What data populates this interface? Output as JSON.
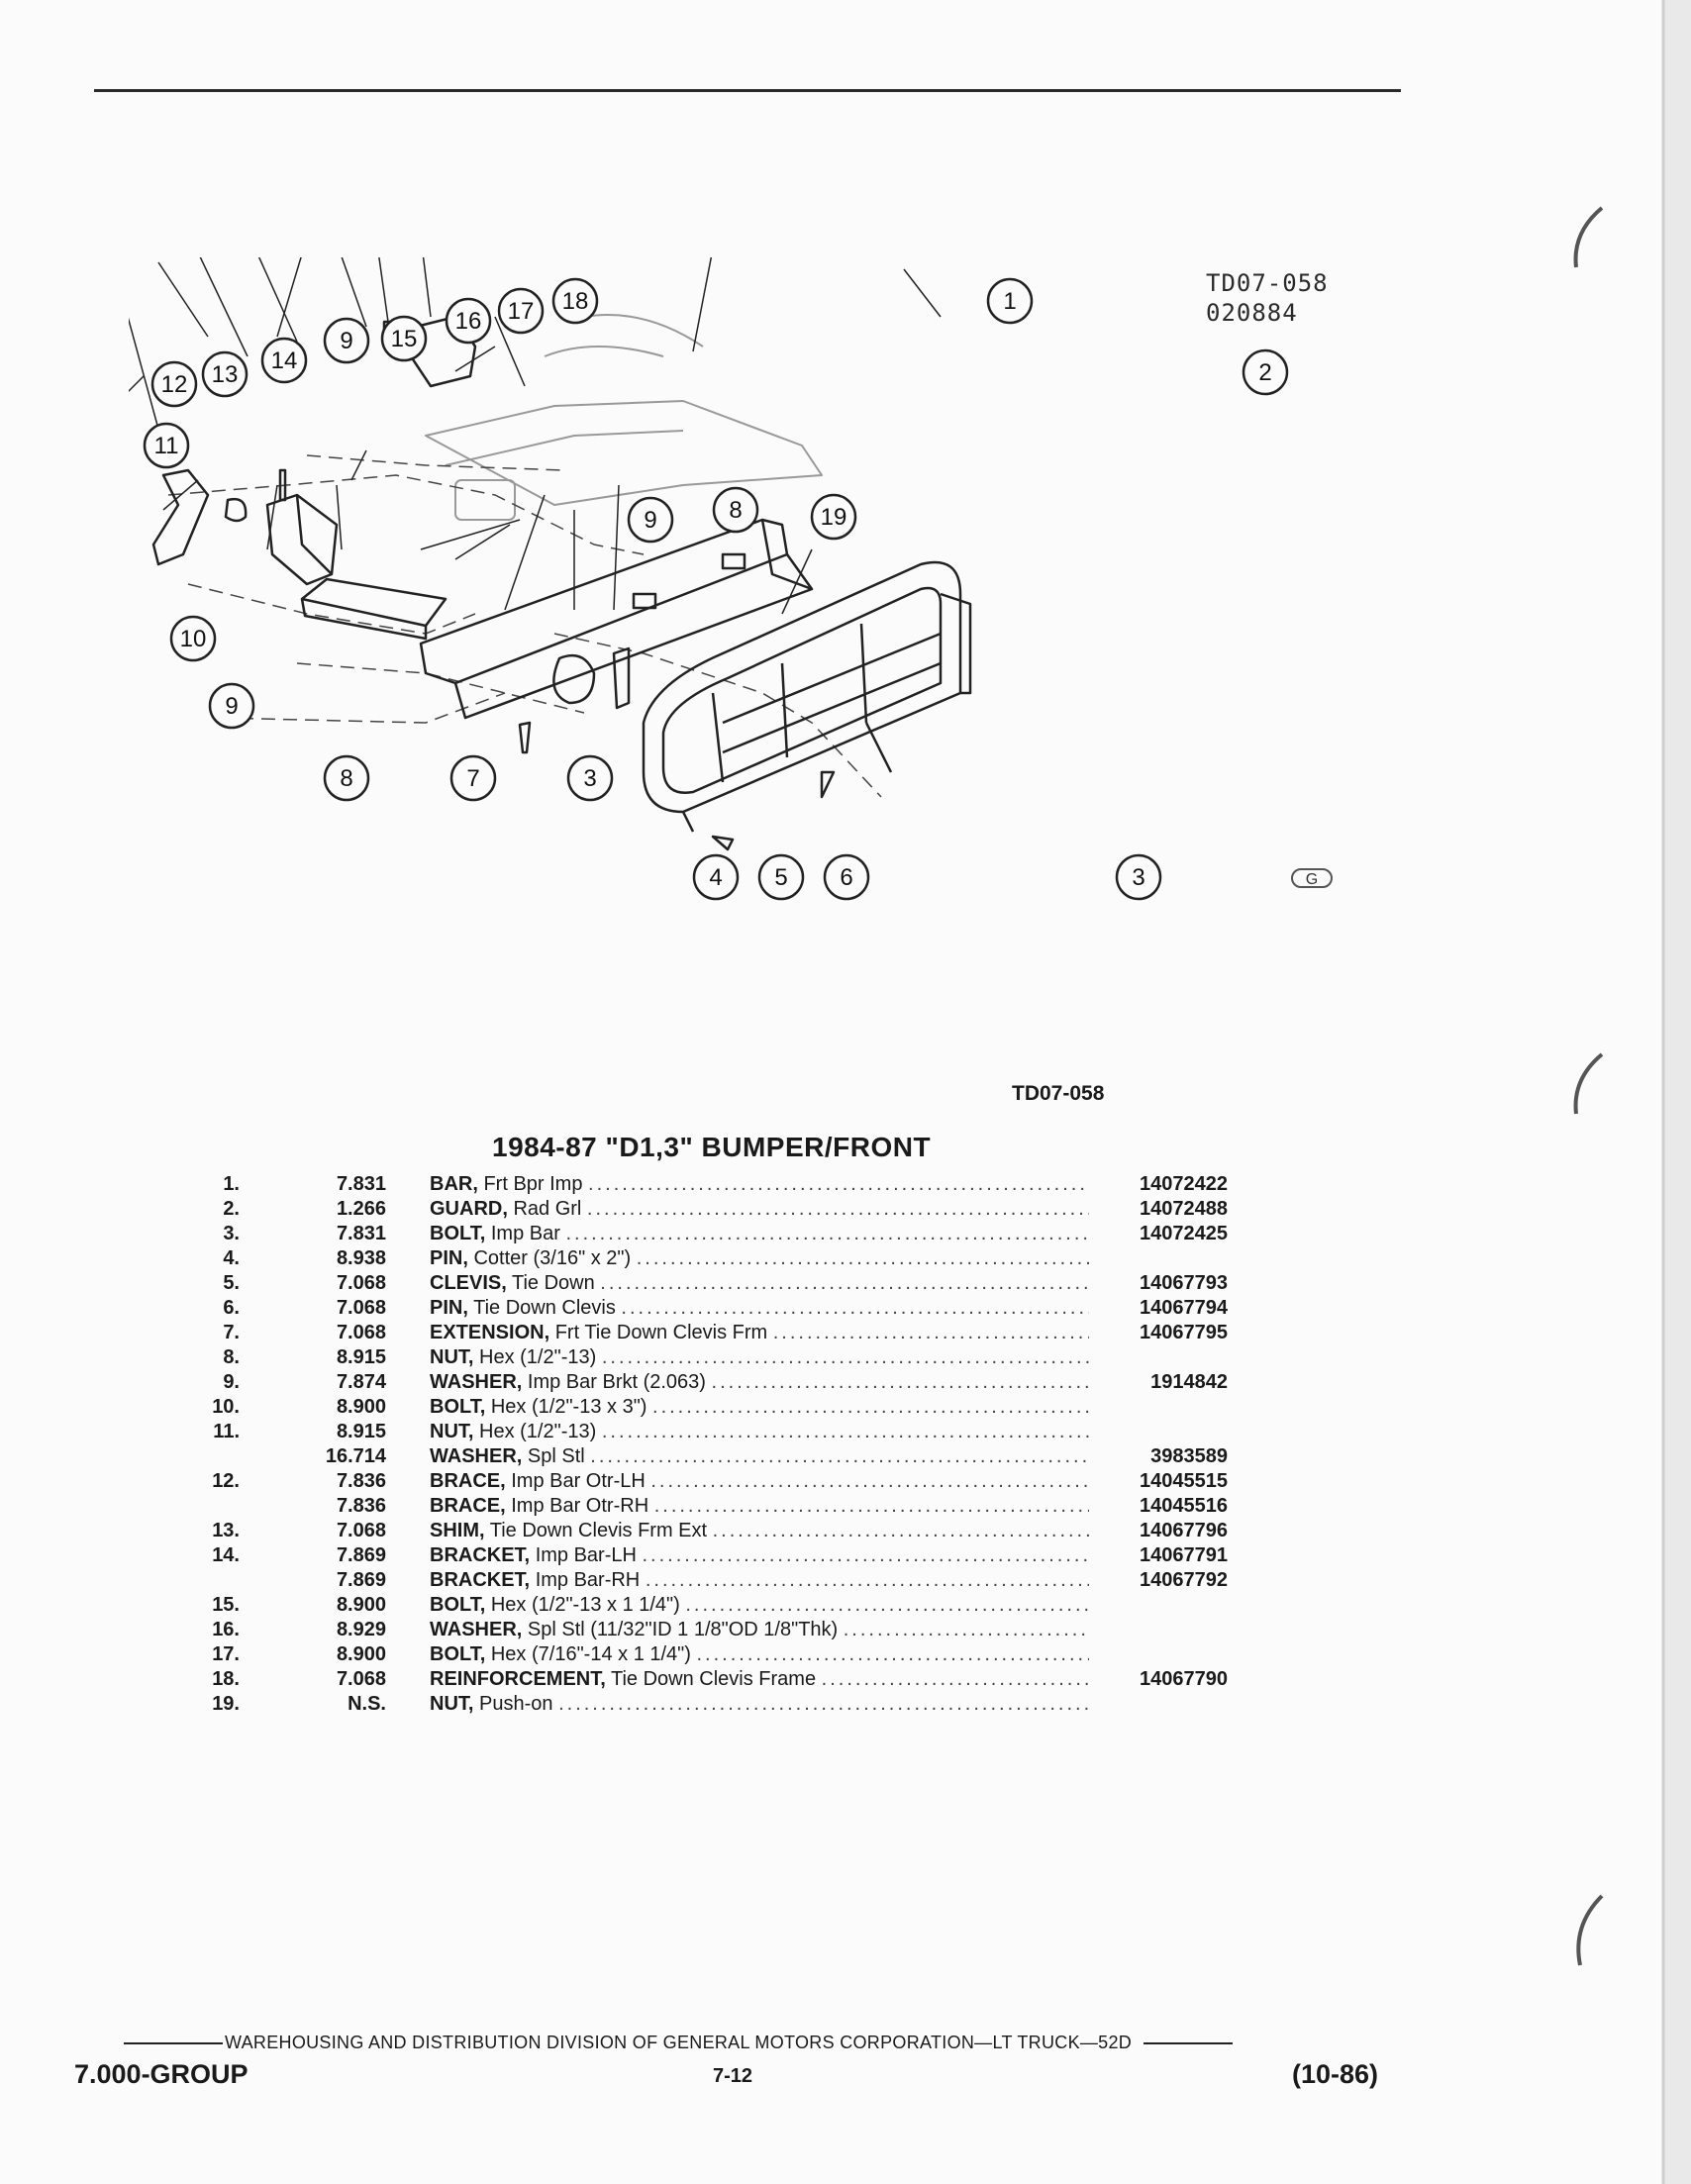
{
  "figure": {
    "id_line1": "TD07-058",
    "id_line2": "020884",
    "mark": "G",
    "callouts": [
      "1",
      "2",
      "3",
      "4",
      "5",
      "6",
      "7",
      "8",
      "9",
      "10",
      "11",
      "12",
      "13",
      "14",
      "15",
      "16",
      "17",
      "18",
      "19"
    ]
  },
  "caption": "TD07-058",
  "title": "1984-87 \"D1,3\" BUMPER/FRONT",
  "parts": [
    {
      "ref": "1.",
      "group": "7.831",
      "name": "BAR,",
      "desc": "Frt Bpr Imp",
      "part": "14072422"
    },
    {
      "ref": "2.",
      "group": "1.266",
      "name": "GUARD,",
      "desc": "Rad Grl",
      "part": "14072488"
    },
    {
      "ref": "3.",
      "group": "7.831",
      "name": "BOLT,",
      "desc": "Imp Bar",
      "part": "14072425"
    },
    {
      "ref": "4.",
      "group": "8.938",
      "name": "PIN,",
      "desc": "Cotter (3/16\" x 2\")",
      "part": ""
    },
    {
      "ref": "5.",
      "group": "7.068",
      "name": "CLEVIS,",
      "desc": "Tie Down",
      "part": "14067793"
    },
    {
      "ref": "6.",
      "group": "7.068",
      "name": "PIN,",
      "desc": "Tie Down Clevis",
      "part": "14067794"
    },
    {
      "ref": "7.",
      "group": "7.068",
      "name": "EXTENSION,",
      "desc": "Frt Tie Down Clevis Frm",
      "part": "14067795"
    },
    {
      "ref": "8.",
      "group": "8.915",
      "name": "NUT,",
      "desc": "Hex (1/2\"-13)",
      "part": ""
    },
    {
      "ref": "9.",
      "group": "7.874",
      "name": "WASHER,",
      "desc": "Imp Bar Brkt (2.063)",
      "part": "1914842"
    },
    {
      "ref": "10.",
      "group": "8.900",
      "name": "BOLT,",
      "desc": "Hex (1/2\"-13 x 3\")",
      "part": ""
    },
    {
      "ref": "11.",
      "group": "8.915",
      "name": "NUT,",
      "desc": "Hex (1/2\"-13)",
      "part": ""
    },
    {
      "ref": "",
      "group": "16.714",
      "name": "WASHER,",
      "desc": "Spl Stl",
      "part": "3983589"
    },
    {
      "ref": "12.",
      "group": "7.836",
      "name": "BRACE,",
      "desc": "Imp Bar Otr-LH",
      "part": "14045515"
    },
    {
      "ref": "",
      "group": "7.836",
      "name": "BRACE,",
      "desc": "Imp Bar Otr-RH",
      "part": "14045516"
    },
    {
      "ref": "13.",
      "group": "7.068",
      "name": "SHIM,",
      "desc": "Tie Down Clevis Frm Ext",
      "part": "14067796"
    },
    {
      "ref": "14.",
      "group": "7.869",
      "name": "BRACKET,",
      "desc": "Imp Bar-LH",
      "part": "14067791"
    },
    {
      "ref": "",
      "group": "7.869",
      "name": "BRACKET,",
      "desc": "Imp Bar-RH",
      "part": "14067792"
    },
    {
      "ref": "15.",
      "group": "8.900",
      "name": "BOLT,",
      "desc": "Hex (1/2\"-13 x 1 1/4\")",
      "part": ""
    },
    {
      "ref": "16.",
      "group": "8.929",
      "name": "WASHER,",
      "desc": "Spl Stl (11/32\"ID 1 1/8\"OD 1/8\"Thk)",
      "part": ""
    },
    {
      "ref": "17.",
      "group": "8.900",
      "name": "BOLT,",
      "desc": "Hex (7/16\"-14 x 1 1/4\")",
      "part": ""
    },
    {
      "ref": "18.",
      "group": "7.068",
      "name": "REINFORCEMENT,",
      "desc": "Tie Down Clevis Frame",
      "part": "14067790"
    },
    {
      "ref": "19.",
      "group": "N.S.",
      "name": "NUT,",
      "desc": "Push-on",
      "part": ""
    }
  ],
  "footer": {
    "line": "WAREHOUSING AND DISTRIBUTION  DIVISION OF GENERAL MOTORS CORPORATION—LT TRUCK—52D",
    "group": "7.000-GROUP",
    "page": "7-12",
    "date": "(10-86)"
  }
}
